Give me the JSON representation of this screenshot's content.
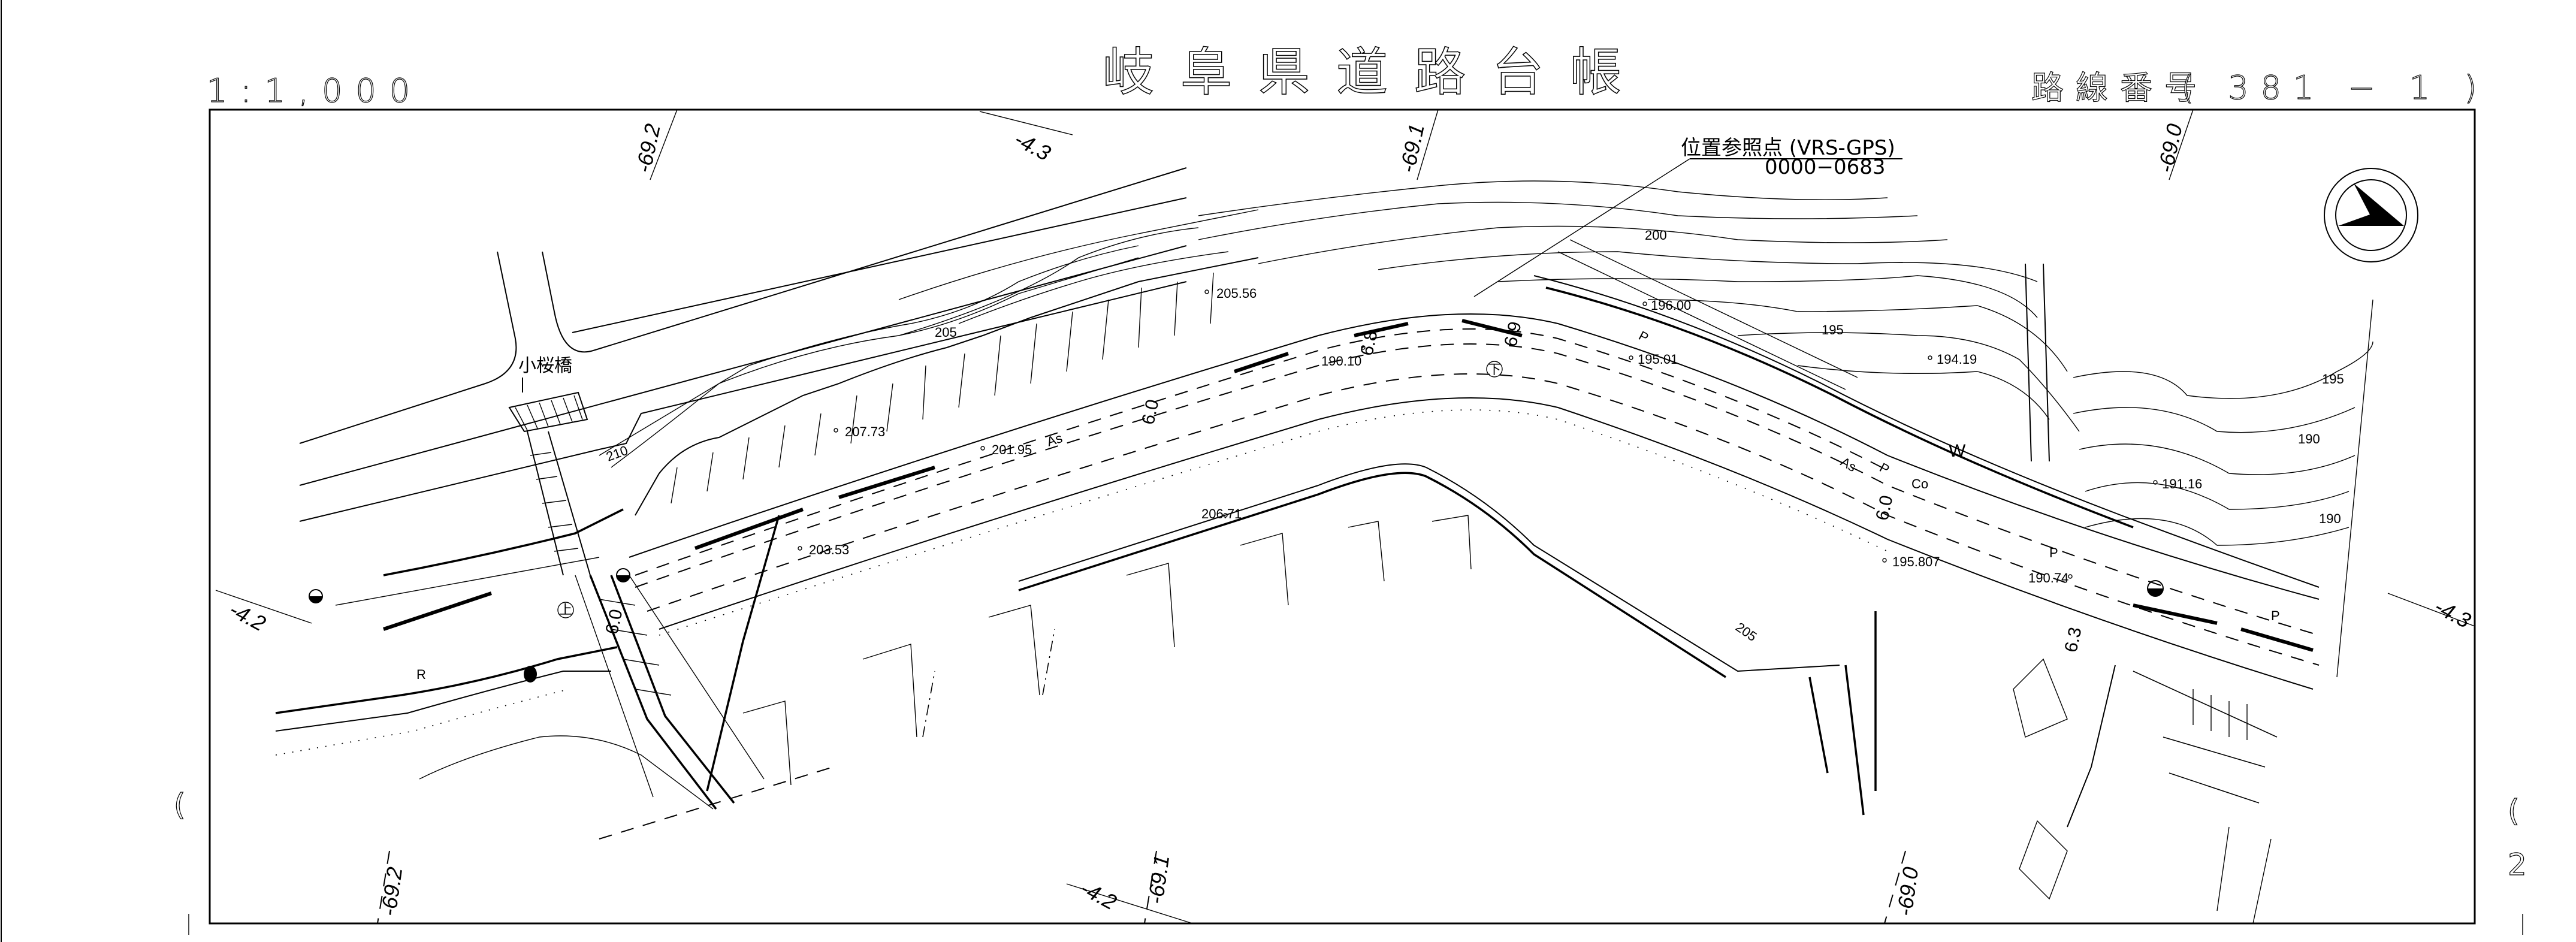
{
  "header": {
    "title": "岐阜県道路台帳",
    "scale": "1:1,000",
    "route_number_label": "路線番号",
    "route_number": "( 381 − 1 )"
  },
  "reference_point": {
    "label": "位置参照点 (VRS-GPS)",
    "code": "0000−0683"
  },
  "bridge_name": "小桜橋",
  "north_arrow": "north-arrow-icon",
  "stations_top": [
    "-69.2",
    "-4.3",
    "-69.1",
    "-69.0"
  ],
  "stations_bottom": [
    "-69.2",
    "-4.2",
    "-69.1",
    "-69.0"
  ],
  "offsets_side": [
    "-4.2",
    "-4.3"
  ],
  "road_widths": [
    "6.0",
    "6.8",
    "6.9",
    "6.0",
    "6.3",
    "6.0"
  ],
  "contour_labels": [
    "205",
    "210",
    "200",
    "195",
    "195",
    "190",
    "190",
    "205"
  ],
  "spot_heights": [
    "205.56",
    "207.73",
    "201.95",
    "190.10",
    "196.00",
    "195.01",
    "194.19",
    "203.53",
    "206.71",
    "195.807",
    "191.16",
    "190.74"
  ],
  "surface_codes": [
    "As",
    "As",
    "P",
    "P",
    "Co",
    "W",
    "P",
    "P",
    "R"
  ],
  "symbols": {
    "up_mark": "上",
    "down_mark": "下"
  },
  "margin_marks": {
    "left": "(",
    "right_top": "(",
    "right_num": "2"
  }
}
